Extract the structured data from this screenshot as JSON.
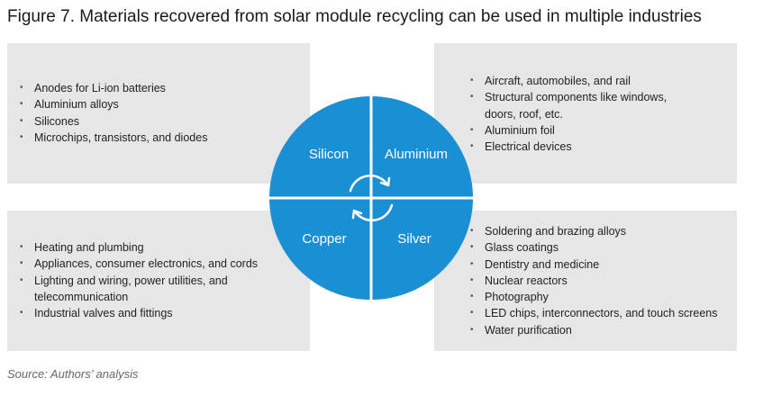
{
  "title": "Figure 7. Materials recovered from solar module recycling can be used in multiple industries",
  "source": "Source: Authors’ analysis",
  "colors": {
    "circle": "#1b8fd3",
    "box": "#e6e6e6",
    "divider": "#ffffff"
  },
  "quadrants": {
    "silicon": "Silicon",
    "aluminium": "Aluminium",
    "copper": "Copper",
    "silver": "Silver"
  },
  "boxes": {
    "silicon": [
      "Anodes for Li-ion batteries",
      "Aluminium alloys",
      "Silicones",
      "Microchips, transistors, and diodes"
    ],
    "aluminium": [
      "Aircraft, automobiles, and rail",
      "Structural components like windows,",
      "doors, roof, etc.",
      "Aluminium foil",
      "Electrical devices"
    ],
    "copper": [
      "Heating and plumbing",
      "Appliances, consumer electronics, and cords",
      "Lighting and wiring, power utilities, and",
      "telecommunication",
      "Industrial valves and fittings"
    ],
    "silver": [
      "Soldering and brazing alloys",
      "Glass coatings",
      "Dentistry and medicine",
      "Nuclear reactors",
      "Photography",
      "LED chips, interconnectors, and touch screens",
      "Water purification"
    ]
  },
  "center_icon": "cycle-arrows-icon"
}
